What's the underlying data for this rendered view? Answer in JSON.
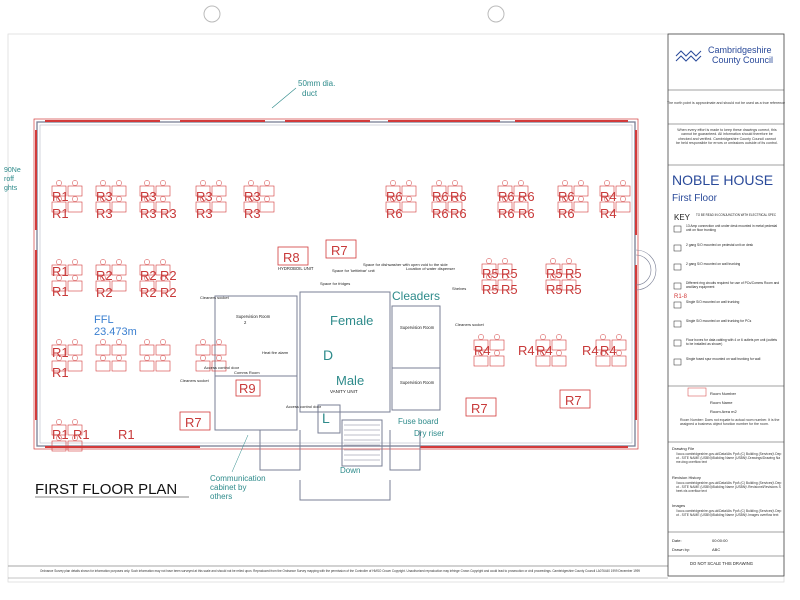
{
  "sheet": {
    "title_left": "FIRST FLOOR PLAN",
    "punch_holes": 2
  },
  "title_block": {
    "logo_line1": "Cambridgeshire",
    "logo_line2": "County Council",
    "north_note": "The north point is approximate and should not be used as a true reference",
    "disclaimer": "When every effort is made to keep these drawings correct, this cannot be guaranteed. All information should therefore be checked and verified. Cambridgeshire County Council cannot be held responsible for errors or omissions outside of its control.",
    "building": "NOBLE HOUSE",
    "floor": "First Floor",
    "key_title": "KEY",
    "key_subtitle": "TO BE READ IN CONJUNCTION WITH ELECTRICAL SPEC",
    "key_items": [
      "13 Amp connection unit under desk mounted in metal pedestal unit on floor trunking",
      "2 gang S/O mounted on pedestal unit on desk",
      "2 gang S/O mounted on wall trunking",
      "Different ring circuits required for use of PCs/Comms Room and ancillary equipment",
      "Single S/O mounted on wall trunking",
      "Single S/O mounted on wall trunking for PCs",
      "Floor boxes for data cabling with 4 or 6 outlets per unit (outlets to be installed as shown)",
      "Single fused spur mounted on wall trunking for wall"
    ],
    "key_r_label": "R1-8",
    "room_label_heading": "Room Number",
    "room_name_label": "Room Name",
    "room_area_label": "Room Area m2",
    "room_note": "Room Number: Does not equate to actual room number. It is the assigned a business object function number for the room.",
    "drawing_file_label": "Drawing File",
    "drawing_file_value": "\\\\cccc.cambridgeshire.gov.uk\\Data\\Ats Ppd\\ (C) Building (Services)\\ Depot - SITE NAME (USBN)\\Building Name (USBN)\\ Drawings\\Drawing Name.dwg overflow text",
    "revision_label": "Revision History",
    "revision_value": "\\\\cccc.cambridgeshire.gov.uk\\Data\\Ats Ppd\\ (C) Building (Services)\\ Depot - SITE NAME (USBN)\\Building Name (USBN)\\ Revisions\\Revisions Sheet.xls overflow text",
    "images_label": "Images",
    "images_value": "\\\\cccc.cambridgeshire.gov.uk\\Data\\Ats Ppd\\ (C) Building (Services)\\ Depot - SITE NAME (USBN)\\Building Name (USBN)\\ Images overflow text",
    "date_label": "Date:",
    "date_value": "00:00:00",
    "drawn_label": "Drawn by:",
    "drawn_value": "ABC",
    "scale_note": "DO NOT SCALE THIS DRAWING"
  },
  "annotations": {
    "duct": [
      "50mm dia.",
      "duct"
    ],
    "ffl": [
      "FFL",
      "23.473m"
    ],
    "female": "Female",
    "male": "Male",
    "vanity": "VANITY UNIT",
    "cleaners": "Cleaders",
    "fuse_board": "Fuse board",
    "dry_riser": "Dry riser",
    "down": "Down",
    "comms": [
      "Communication",
      "cabinet by",
      "others"
    ],
    "hydroboil": "HYDROBOIL UNIT",
    "edge_left": [
      "90Ne",
      "roff",
      "ghts"
    ],
    "supervision": [
      "Supervision Room",
      "2"
    ],
    "small_notes": [
      "Cleaners socket",
      "Space for fridges",
      "Space for 'kettlebar' unit",
      "Space for dishwasher with open void to the side",
      "Location of water dispenser",
      "Shelves",
      "Cleaners socket",
      "Access control door",
      "Comms Room",
      "Heat fire alarm",
      "Access control door",
      "Cleaners socket"
    ],
    "bottom_credit": "Ordnance Survey plan details shown for information purposes only. Such information may not have been surveyed at this scale and should not be relied upon. Reproduced from the Ordnance Survey mapping with the permission of the Controller of HMSO Crown Copyright. Unauthorised reproduction may infringe Crown Copyright and could lead to prosecution or civil proceedings. Cambridgeshire County Council LA076440 1999 December 1999"
  },
  "rooms": {
    "R1": "R1",
    "R2": "R2",
    "R3": "R3",
    "R4": "R4",
    "R5": "R5",
    "R6": "R6",
    "R7": "R7",
    "R8": "R8",
    "R9": "R9",
    "D": "D",
    "L": "L"
  },
  "colors": {
    "wall": "#7a7f95",
    "red": "#d23a3a",
    "blue": "#3a7fd0",
    "green": "#2e8b8b"
  }
}
